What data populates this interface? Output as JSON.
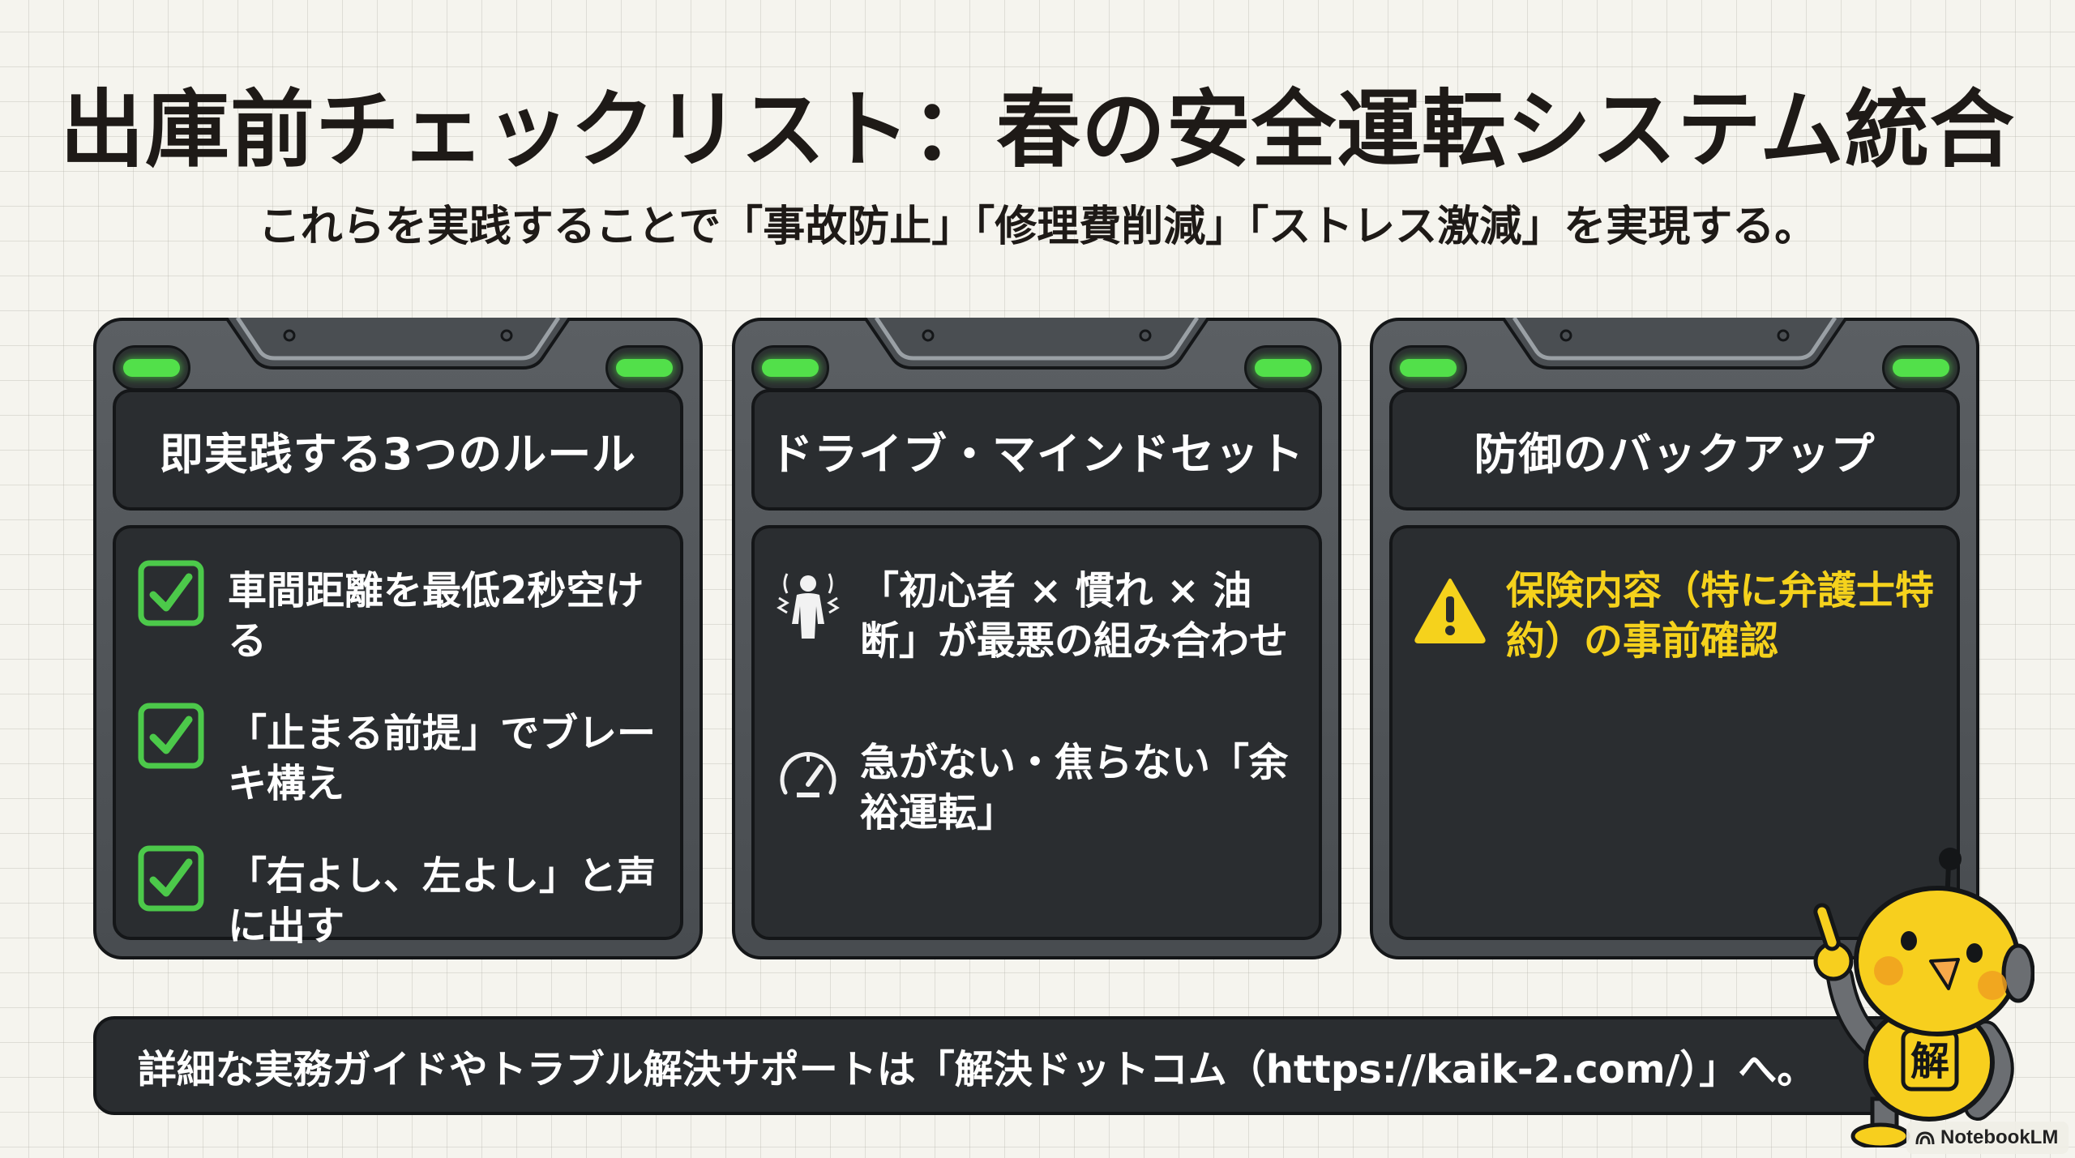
{
  "slide": {
    "title": "出庫前チェックリスト：春の安全運転システム統合",
    "subtitle": "これらを実践することで「事故防止」「修理費削減」「ストレス激減」を実現する。"
  },
  "panels": [
    {
      "header": "即実践する3つのルール",
      "items": [
        {
          "icon": "checkbox-checked-icon",
          "text": "車間距離を最低2秒空ける"
        },
        {
          "icon": "checkbox-checked-icon",
          "text": "「止まる前提」でブレーキ構え"
        },
        {
          "icon": "checkbox-checked-icon",
          "text": "「右よし、左よし」と声に出す"
        }
      ]
    },
    {
      "header": "ドライブ・マインドセット",
      "items": [
        {
          "icon": "stressed-person-icon",
          "text": "「初心者 × 慣れ × 油断」が最悪の組み合わせ"
        },
        {
          "icon": "speedometer-icon",
          "text": "急がない・焦らない「余裕運転」"
        }
      ]
    },
    {
      "header": "防御のバックアップ",
      "items": [
        {
          "icon": "warning-triangle-icon",
          "text": "保険内容（特に弁護士特約）の事前確認"
        }
      ]
    }
  ],
  "footer": {
    "text": "詳細な実務ガイドやトラブル解決サポートは「解決ドットコム（https://kaik-2.com/）」へ。"
  },
  "mascot": {
    "badge_char": "解"
  },
  "watermark": {
    "label": "NotebookLM"
  },
  "colors": {
    "background": "#f5f4ee",
    "panel_frame": "#52565a",
    "panel_inner": "#2a2d30",
    "led_green": "#52e04a",
    "check_green": "#4cc94a",
    "warning_yellow": "#f5d21c",
    "mascot_yellow": "#f7cf1e",
    "title_text": "#1e1a17"
  }
}
